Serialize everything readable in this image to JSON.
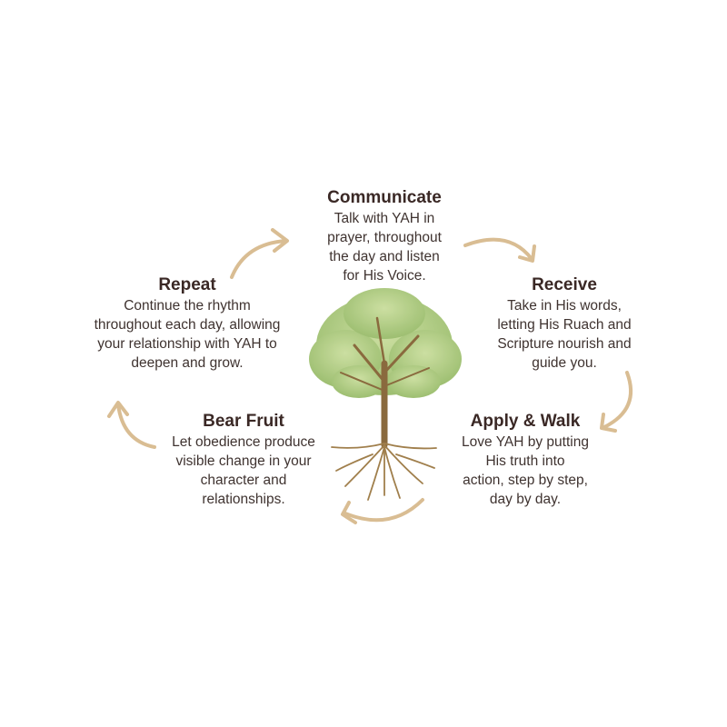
{
  "colors": {
    "arrow": "#d9bd93",
    "heading": "#3a2825",
    "body": "#3f3330",
    "leaf": "#a9c97a",
    "trunk": "#8a6a3e"
  },
  "steps": [
    {
      "title": "Communicate",
      "lines": [
        "Talk with YAH in",
        "prayer, throughout",
        "the day and listen",
        "for His Voice."
      ]
    },
    {
      "title": "Receive",
      "lines": [
        "Take in His words,",
        "letting His Ruach and",
        "Scripture nourish and",
        "guide you."
      ]
    },
    {
      "title": "Apply & Walk",
      "lines": [
        "Love YAH by putting",
        "His truth into",
        "action, step by step,",
        "day by day."
      ]
    },
    {
      "title": "Bear Fruit",
      "lines": [
        "Let obedience produce",
        "visible change in your",
        "character and",
        "relationships."
      ]
    },
    {
      "title": "Repeat",
      "lines": [
        "Continue the rhythm",
        "throughout each day, allowing",
        "your relationship with YAH to",
        "deepen and grow."
      ]
    }
  ]
}
